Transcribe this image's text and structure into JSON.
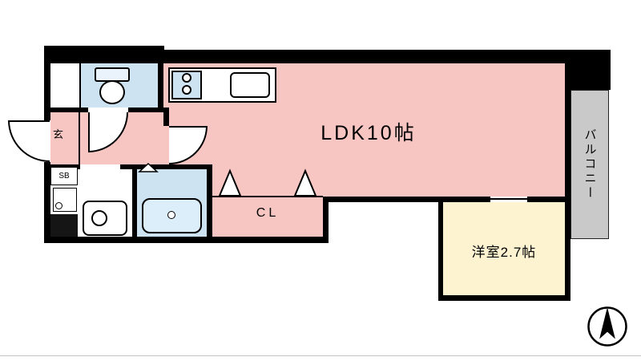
{
  "floorplan": {
    "rooms": {
      "ldk": {
        "label": "LDK10帖"
      },
      "western": {
        "label": "洋室2.7帖"
      },
      "balcony": {
        "label": "バルコニー"
      },
      "entrance": {
        "label": "玄"
      },
      "shoebox": {
        "label": "SB"
      },
      "closet": {
        "label": "CL"
      }
    },
    "colors": {
      "floor_pink": "#f8c6c2",
      "wet_area_blue": "#cde3f2",
      "western_room_cream": "#fdf3d0",
      "balcony_gray": "#c9c9c9",
      "wall_black": "#000000"
    },
    "icons": {
      "compass": "north-arrow-icon"
    }
  }
}
